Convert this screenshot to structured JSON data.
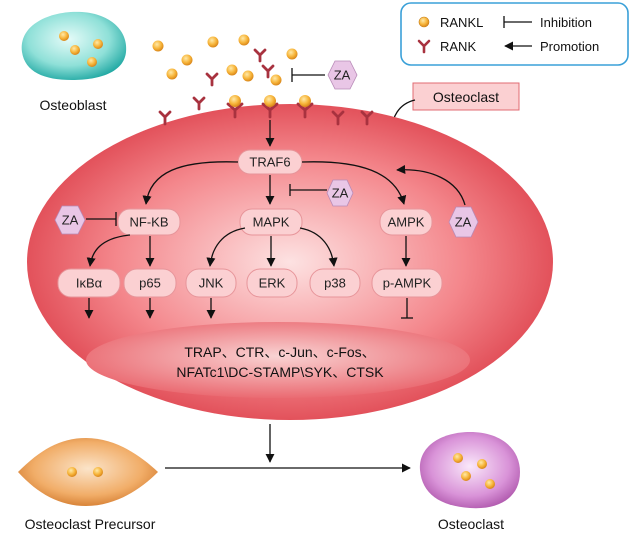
{
  "legend": {
    "rankl": "RANKL",
    "rank": "RANK",
    "inhibition": "Inhibition",
    "promotion": "Promotion"
  },
  "cells": {
    "osteoblast": "Osteoblast",
    "osteoclast_box": "Osteoclast",
    "precursor": "Osteoclast Precursor",
    "osteoclast": "Osteoclast"
  },
  "nodes": {
    "traf6": "TRAF6",
    "nfkb": "NF-KB",
    "mapk": "MAPK",
    "ampk": "AMPK",
    "ikba": "IκBα",
    "p65": "p65",
    "jnk": "JNK",
    "erk": "ERK",
    "p38": "p38",
    "pampk": "p-AMPK"
  },
  "drug": {
    "za": "ZA"
  },
  "nucleus": {
    "line1": "TRAP、CTR、c-Jun、c-Fos、",
    "line2": "NFATc1\\DC-STAMP\\SYK、CTSK"
  },
  "colors": {
    "rankl": "#f0a020",
    "rank": "#a8323f",
    "cell_red": "#e8434f",
    "node_fill": "#fbd0d2",
    "za_fill": "#e9c6e6",
    "legend_border": "#3aa0d8"
  }
}
